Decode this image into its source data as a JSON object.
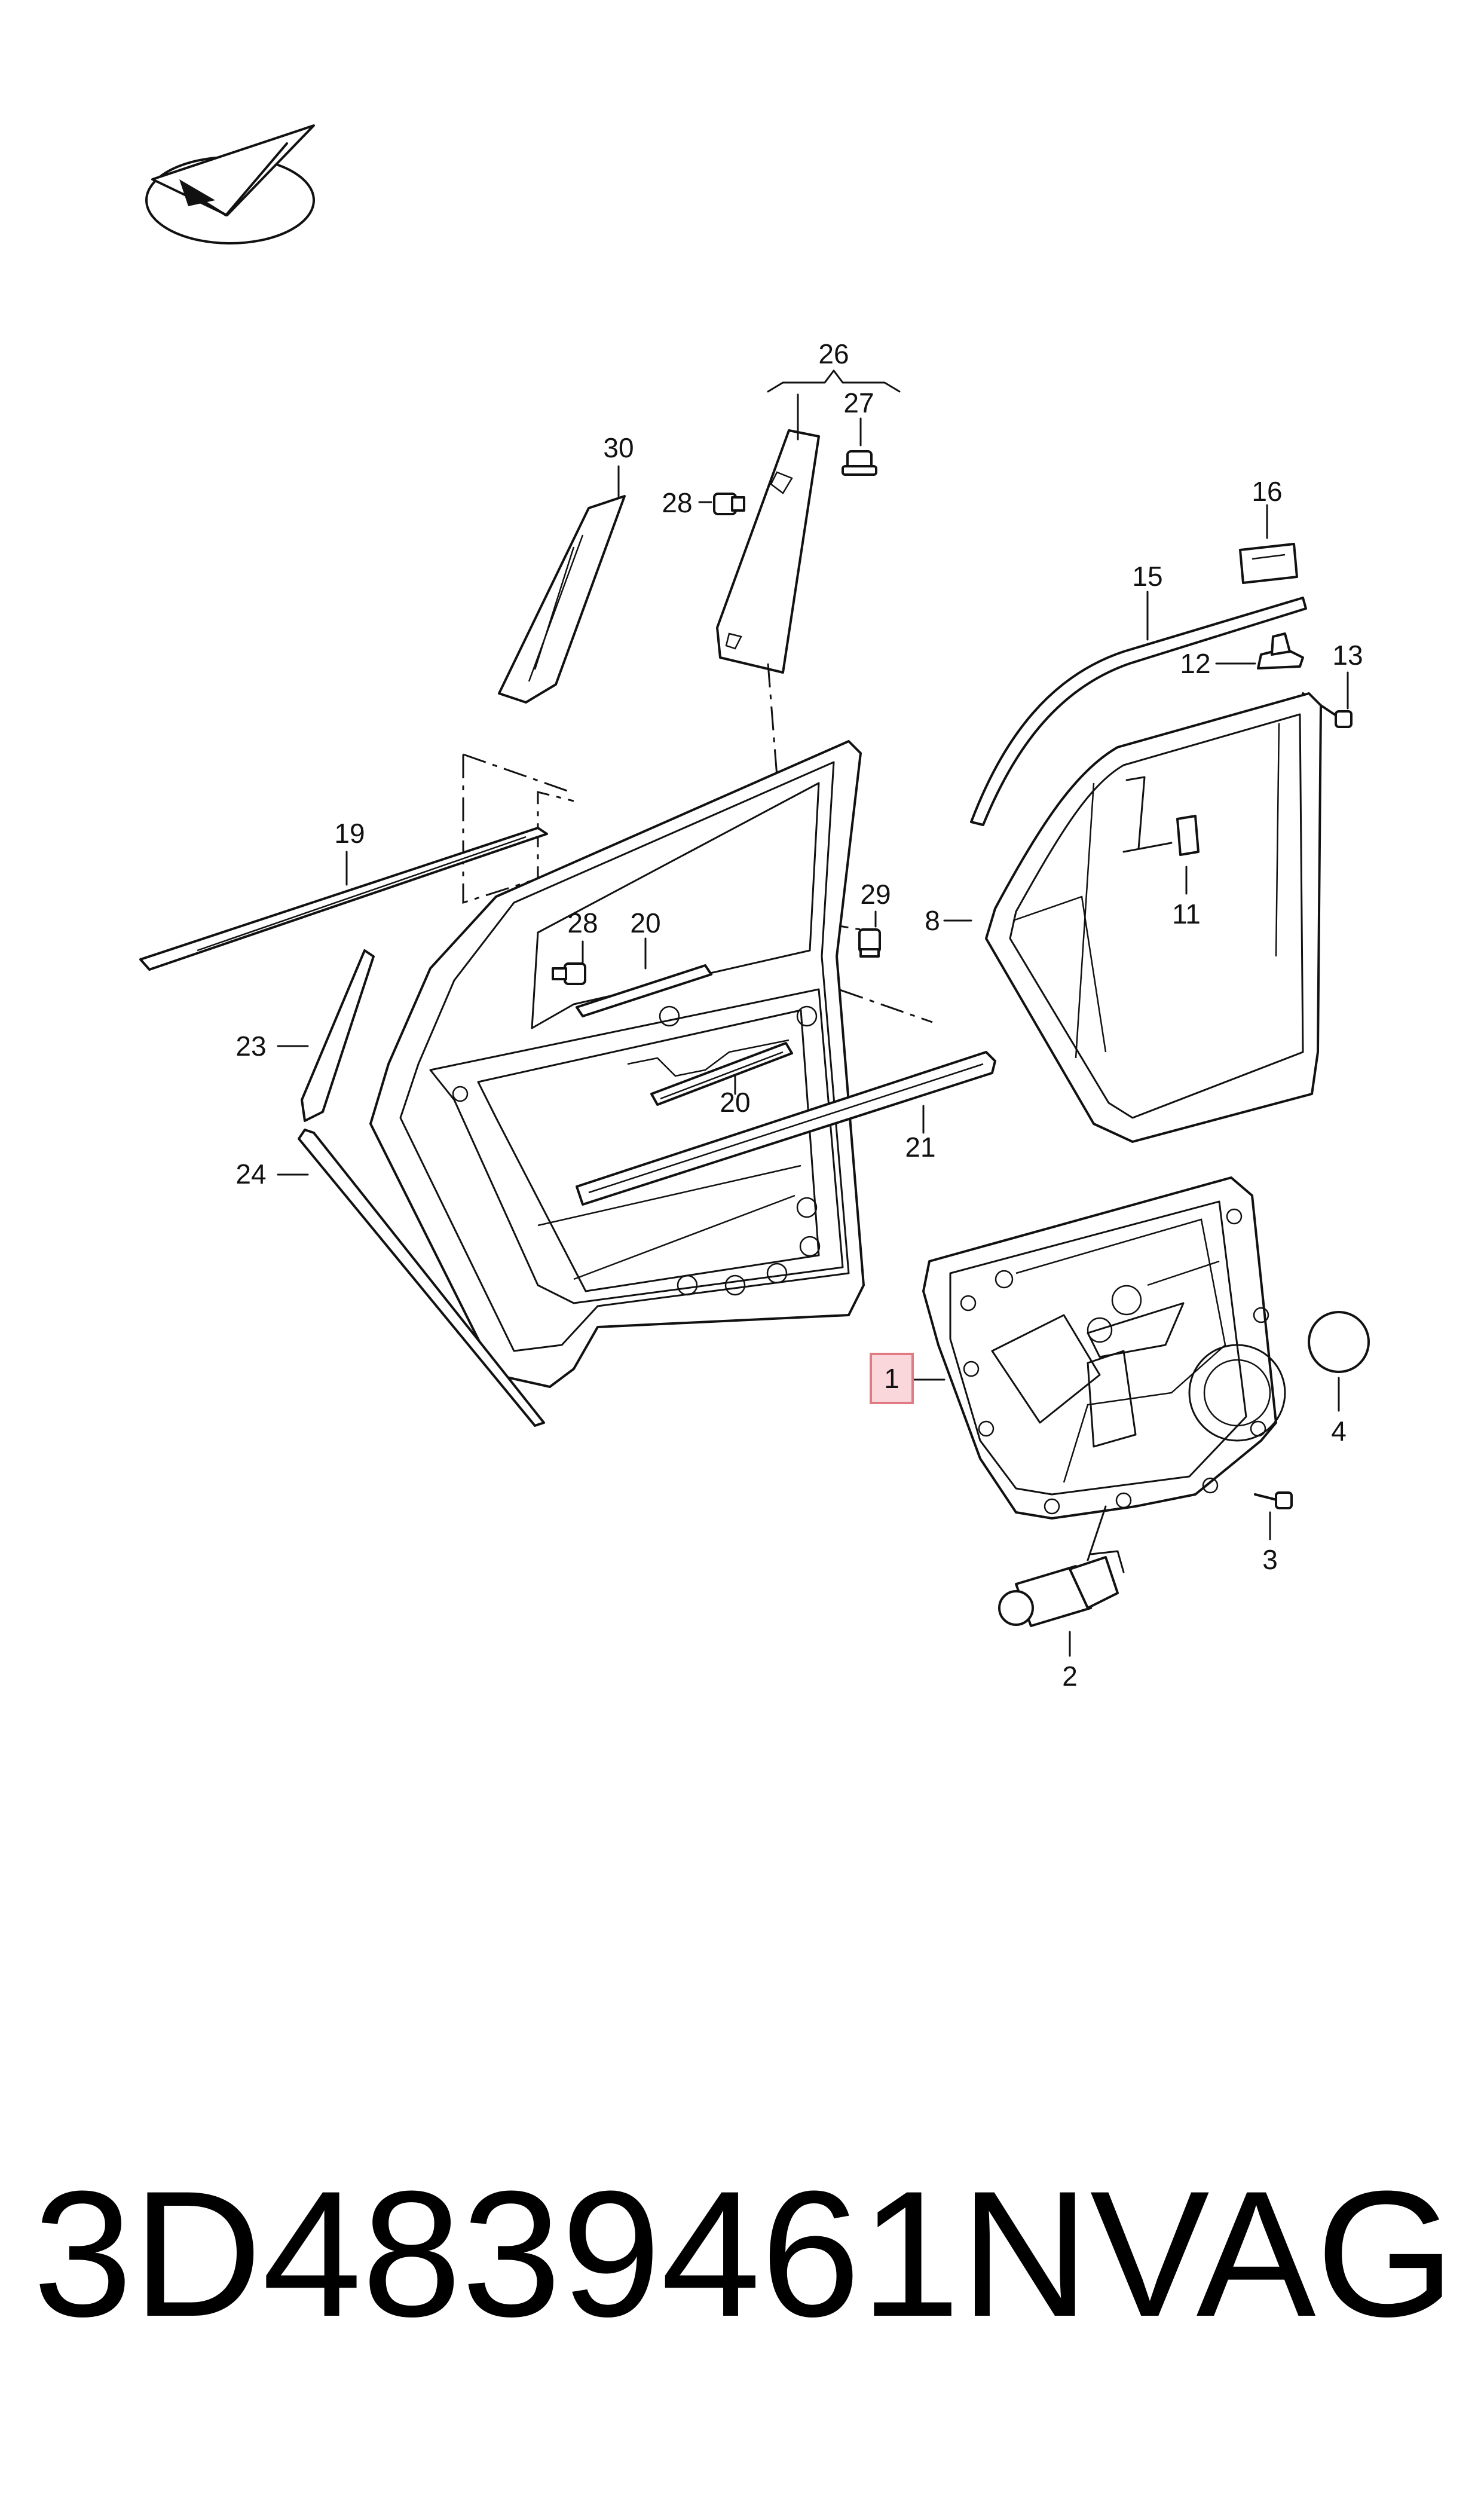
{
  "diagram": {
    "callouts": [
      "1",
      "2",
      "3",
      "4",
      "8",
      "11",
      "12",
      "13",
      "15",
      "16",
      "19",
      "20",
      "20",
      "21",
      "23",
      "24",
      "26",
      "27",
      "28",
      "28",
      "29",
      "30"
    ],
    "highlighted_callout": "1",
    "highlight_color": "#f4a6ad"
  },
  "footer": {
    "part_number": "3D4839461N",
    "brand": "VAG"
  }
}
